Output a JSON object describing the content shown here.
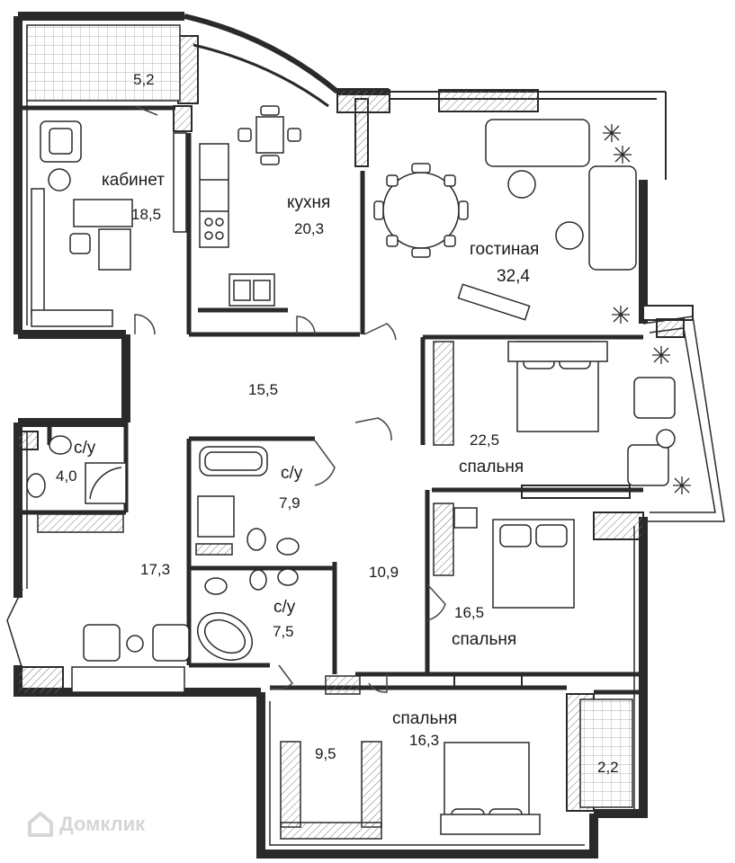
{
  "rooms": {
    "balcony_nw": {
      "area": "5,2"
    },
    "study": {
      "name": "кабинет",
      "area": "18,5"
    },
    "kitchen": {
      "name": "кухня",
      "area": "20,3"
    },
    "living": {
      "name": "гостиная",
      "area": "32,4"
    },
    "hall": {
      "area": "15,5"
    },
    "bath_w": {
      "name": "с/у",
      "area": "4,0"
    },
    "bath_c1": {
      "name": "с/у",
      "area": "7,9"
    },
    "bath_c2": {
      "name": "с/у",
      "area": "7,5"
    },
    "bedroom_1": {
      "name": "спальня",
      "area": "22,5"
    },
    "corridor_w": {
      "area": "17,3"
    },
    "corridor_c": {
      "area": "10,9"
    },
    "bedroom_2": {
      "name": "спальня",
      "area": "16,5"
    },
    "bedroom_3": {
      "name": "спальня",
      "area": "16,3"
    },
    "dressing": {
      "area": "9,5"
    },
    "balcony_se": {
      "area": "2,2"
    }
  },
  "watermark": {
    "text": "Домклик",
    "icon": "house-logo-icon"
  },
  "colors": {
    "wall": "#2a2a2a",
    "hatch": "#8a8a8a",
    "watermark": "#d6d6d6"
  }
}
